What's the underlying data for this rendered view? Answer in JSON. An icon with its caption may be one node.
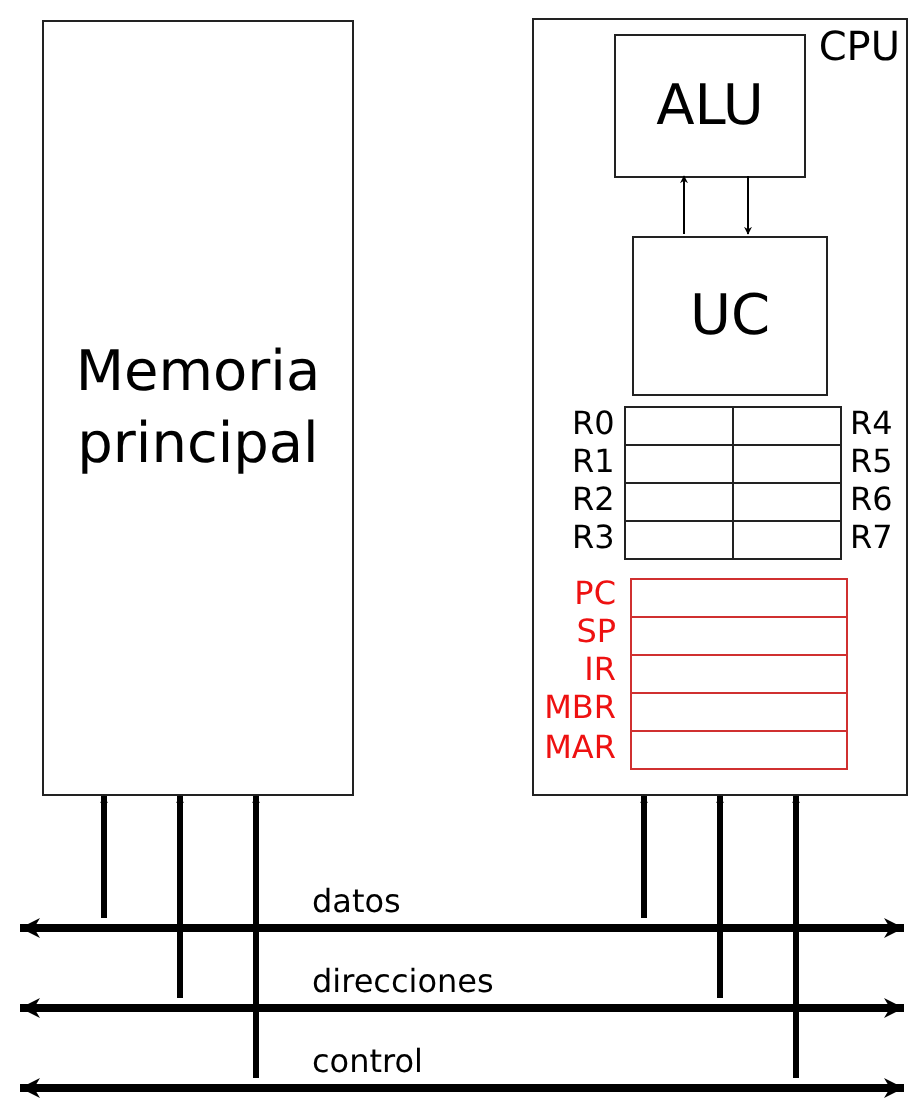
{
  "diagram": {
    "nodes": [
      {
        "text": [
          "Memoria principal"
        ]
      },
      {
        "text": [
          "CPU"
        ]
      },
      {
        "text": [
          "ALU"
        ],
        "in": 1
      },
      {
        "text": [
          "UC"
        ],
        "in": 1
      },
      {
        "text": [],
        "shape": "bar",
        "beside": [
          "datos"
        ]
      },
      {
        "text": [],
        "shape": "bar",
        "beside": [
          "direcciones"
        ]
      },
      {
        "text": [],
        "shape": "bar",
        "beside": [
          "control"
        ]
      }
    ],
    "edges": [
      {
        "from": 3,
        "to": 2,
        "arrow": "to"
      },
      {
        "from": 2,
        "to": 3,
        "arrow": "to"
      },
      {
        "from": 4,
        "to": 0,
        "arrow": "to"
      },
      {
        "from": 5,
        "to": 0,
        "arrow": "to"
      },
      {
        "from": 6,
        "to": 0,
        "arrow": "to"
      },
      {
        "from": 4,
        "to": 1,
        "arrow": "to"
      },
      {
        "from": 5,
        "to": 1,
        "arrow": "to"
      },
      {
        "from": 6,
        "to": 1,
        "arrow": "to"
      }
    ],
    "labels": [
      "R0",
      "R4",
      "R1",
      "R5",
      "R2",
      "R6",
      "R3",
      "R7",
      "PC",
      "SP",
      "IR",
      "MBR",
      "MAR"
    ]
  }
}
